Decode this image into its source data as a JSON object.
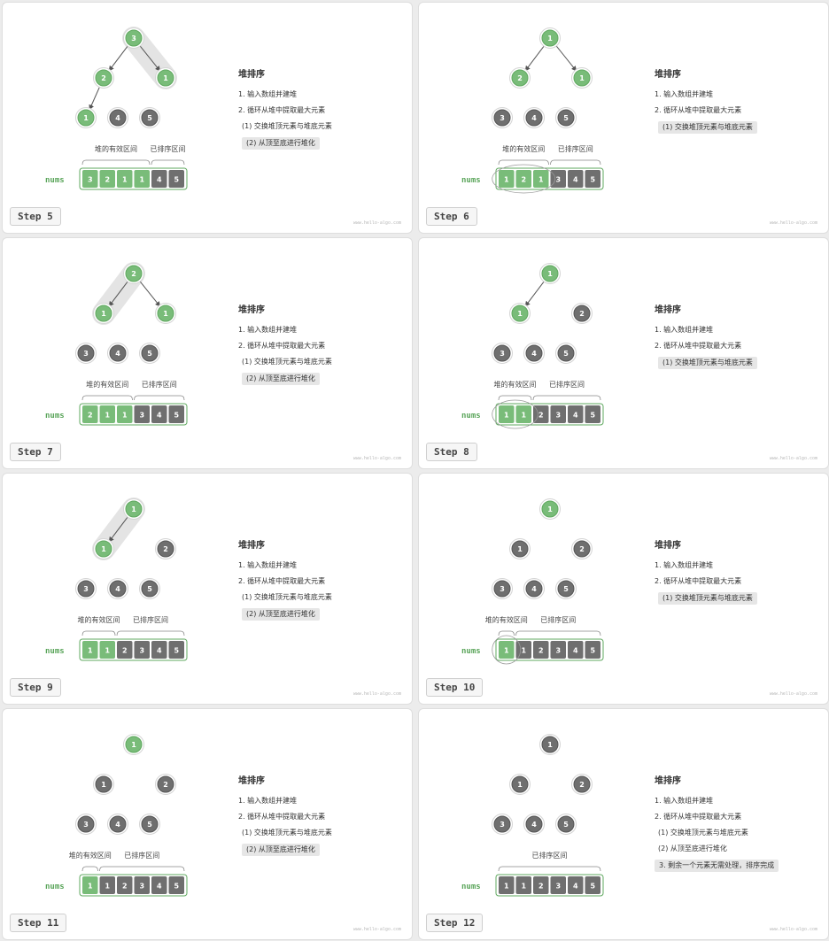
{
  "title": "堆排序",
  "lines": [
    {
      "text": "1. 输入数组并建堆",
      "sub": false
    },
    {
      "text": "2. 循环从堆中提取最大元素",
      "sub": false
    },
    {
      "text": "(1) 交换堆顶元素与堆底元素",
      "sub": true
    },
    {
      "text": "(2) 从顶至底进行堆化",
      "sub": true
    },
    {
      "text": "3. 剩余一个元素无需处理，排序完成",
      "sub": false
    }
  ],
  "nums_label": "nums",
  "heap_range_label": "堆的有效区间",
  "sorted_range_label": "已排序区间",
  "watermark": "www.hello-algo.com",
  "colors": {
    "green": "#79bc79",
    "green_border": "#5fa85f",
    "gray": "#6f6f6f",
    "gray_border": "#555555",
    "highlight_band": "#e4e4e4"
  },
  "steps": [
    {
      "label": "Step 5",
      "array": [
        3,
        2,
        1,
        1,
        4,
        5
      ],
      "heap_size": 4,
      "lines_shown": 4,
      "highlight_line": 3,
      "swap_arc": false,
      "path_highlight": [
        0,
        2
      ],
      "showHeapRange": true
    },
    {
      "label": "Step 6",
      "array": [
        1,
        2,
        1,
        3,
        4,
        5
      ],
      "heap_size": 3,
      "lines_shown": 3,
      "highlight_line": 2,
      "swap_arc": true,
      "swap_idx": [
        0,
        2
      ],
      "path_highlight": null,
      "showHeapRange": true
    },
    {
      "label": "Step 7",
      "array": [
        2,
        1,
        1,
        3,
        4,
        5
      ],
      "heap_size": 3,
      "lines_shown": 4,
      "highlight_line": 3,
      "swap_arc": false,
      "path_highlight": [
        0,
        1
      ],
      "showHeapRange": true
    },
    {
      "label": "Step 8",
      "array": [
        1,
        1,
        2,
        3,
        4,
        5
      ],
      "heap_size": 2,
      "lines_shown": 3,
      "highlight_line": 2,
      "swap_arc": true,
      "swap_idx": [
        0,
        1
      ],
      "path_highlight": null,
      "showHeapRange": true
    },
    {
      "label": "Step 9",
      "array": [
        1,
        1,
        2,
        3,
        4,
        5
      ],
      "heap_size": 2,
      "lines_shown": 4,
      "highlight_line": 3,
      "swap_arc": false,
      "path_highlight": [
        0,
        1
      ],
      "showHeapRange": true
    },
    {
      "label": "Step 10",
      "array": [
        1,
        1,
        2,
        3,
        4,
        5
      ],
      "heap_size": 1,
      "lines_shown": 3,
      "highlight_line": 2,
      "swap_arc": true,
      "swap_idx": [
        0,
        0
      ],
      "path_highlight": null,
      "showHeapRange": true
    },
    {
      "label": "Step 11",
      "array": [
        1,
        1,
        2,
        3,
        4,
        5
      ],
      "heap_size": 1,
      "lines_shown": 4,
      "highlight_line": 3,
      "swap_arc": false,
      "path_highlight": null,
      "showHeapRange": true
    },
    {
      "label": "Step 12",
      "array": [
        1,
        1,
        2,
        3,
        4,
        5
      ],
      "heap_size": 0,
      "lines_shown": 5,
      "highlight_line": 4,
      "swap_arc": false,
      "path_highlight": null,
      "showHeapRange": false
    }
  ]
}
